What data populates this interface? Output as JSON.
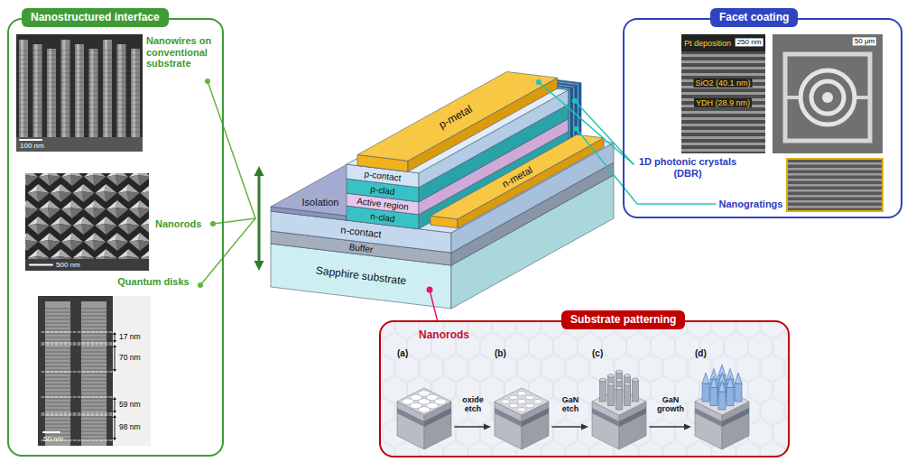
{
  "diagram": {
    "nodes": [
      {
        "text": [
          "Nanostructured interface"
        ]
      },
      {
        "text": [
          "Facet coating"
        ]
      },
      {
        "text": [
          "Substrate patterning"
        ]
      }
    ],
    "labels": [
      "Nanowires on conventional substrate",
      "Nanorods",
      "Quantum disks",
      "100 nm",
      "500 nm",
      "17 nm",
      "70 nm",
      "59 nm",
      "98 nm",
      "50 nm",
      "p-metal",
      "p-contact",
      "p-clad",
      "Active region",
      "n-clad",
      "n-metal",
      "Isolation",
      "n-contact",
      "Buffer",
      "Sapphire substrate",
      "Pt deposition",
      "250 nm",
      "SiO2 (40.1 nm)",
      "YDH (28.9 nm)",
      "50 μm",
      "1D photonic crystals (DBR)",
      "Nanogratings",
      "Nanorods",
      "(a)",
      "(b)",
      "(c)",
      "(d)",
      "oxide etch",
      "GaN etch",
      "GaN growth"
    ]
  }
}
